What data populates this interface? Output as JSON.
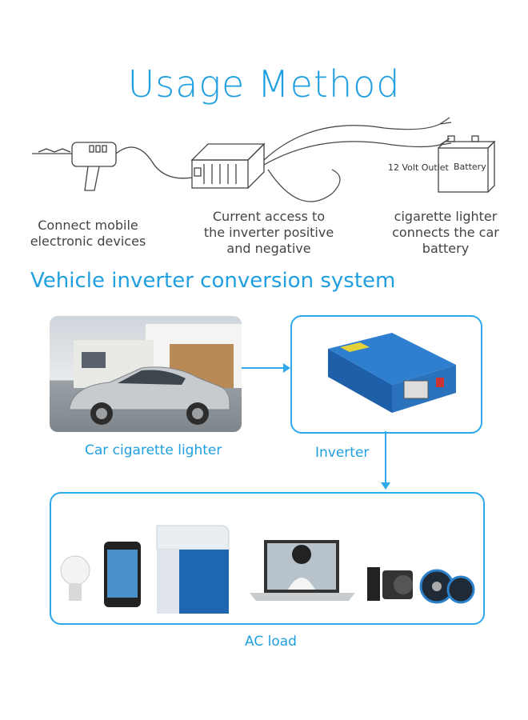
{
  "title": "Usage Method",
  "usage_steps": [
    {
      "label": "Connect mobile\nelectronic devices"
    },
    {
      "label": "Current access to\nthe inverter positive\nand negative"
    },
    {
      "label": "cigarette lighter\nconnects the car\nbattery"
    }
  ],
  "sketch": {
    "outlet_label": "12 Volt Outlet",
    "battery_label": "Battery"
  },
  "section_title": "Vehicle inverter conversion system",
  "flow": {
    "car_label": "Car cigarette lighter",
    "inverter_label": "Inverter",
    "load_label": "AC load"
  },
  "colors": {
    "accent": "#1f9fe0",
    "box_border": "#2da8ea"
  }
}
